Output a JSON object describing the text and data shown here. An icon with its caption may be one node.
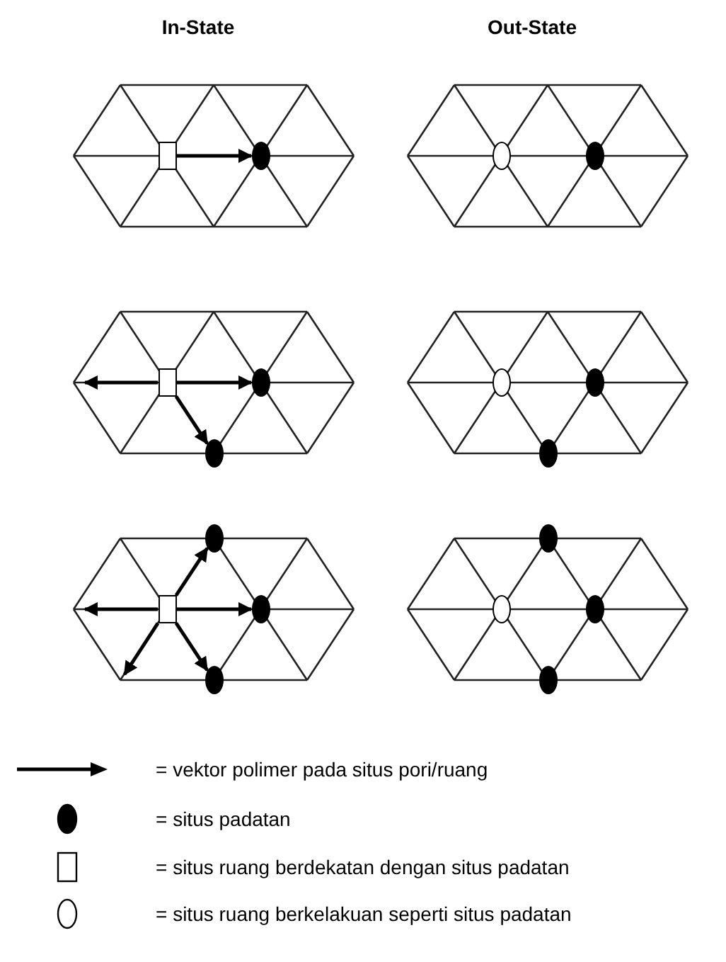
{
  "diagram": {
    "nodes": [
      {
        "text": [],
        "shape": "box"
      },
      {
        "text": [],
        "shape": "dot"
      },
      {
        "text": [],
        "shape": "circle"
      },
      {
        "text": [],
        "shape": "dot"
      },
      {
        "text": [],
        "shape": "box"
      },
      {
        "text": [],
        "shape": "dot"
      },
      {
        "text": [],
        "shape": "dot"
      },
      {
        "text": [],
        "shape": "circle"
      },
      {
        "text": [],
        "shape": "dot"
      },
      {
        "text": [],
        "shape": "dot"
      },
      {
        "text": [],
        "shape": "dot"
      },
      {
        "text": [],
        "shape": "box"
      },
      {
        "text": [],
        "shape": "dot"
      },
      {
        "text": [],
        "shape": "dot"
      },
      {
        "text": [],
        "shape": "dot"
      },
      {
        "text": [],
        "shape": "circle"
      },
      {
        "text": [],
        "shape": "dot"
      },
      {
        "text": [],
        "shape": "dot"
      }
    ],
    "edges": [
      {
        "from": 0,
        "to": 1,
        "arrow": "to"
      },
      {
        "from": 4,
        "to": null,
        "arrow": "to"
      },
      {
        "from": 4,
        "to": 5,
        "arrow": "to"
      },
      {
        "from": 4,
        "to": 6,
        "arrow": "to"
      },
      {
        "from": 11,
        "to": 10,
        "arrow": "to"
      },
      {
        "from": 11,
        "to": null,
        "arrow": "to"
      },
      {
        "from": 11,
        "to": null,
        "arrow": "to"
      },
      {
        "from": 11,
        "to": 12,
        "arrow": "to"
      },
      {
        "from": 11,
        "to": 13,
        "arrow": "to"
      }
    ],
    "labels": [
      "In-State",
      "Out-State"
    ],
    "legend": [
      {
        "text": "= vektor polimer pada situs pori/ruang"
      },
      {
        "text": "= situs padatan"
      },
      {
        "text": "= situs ruang berdekatan dengan situs padatan"
      },
      {
        "text": "= situs ruang berkelakuan seperti situs padatan"
      }
    ]
  }
}
